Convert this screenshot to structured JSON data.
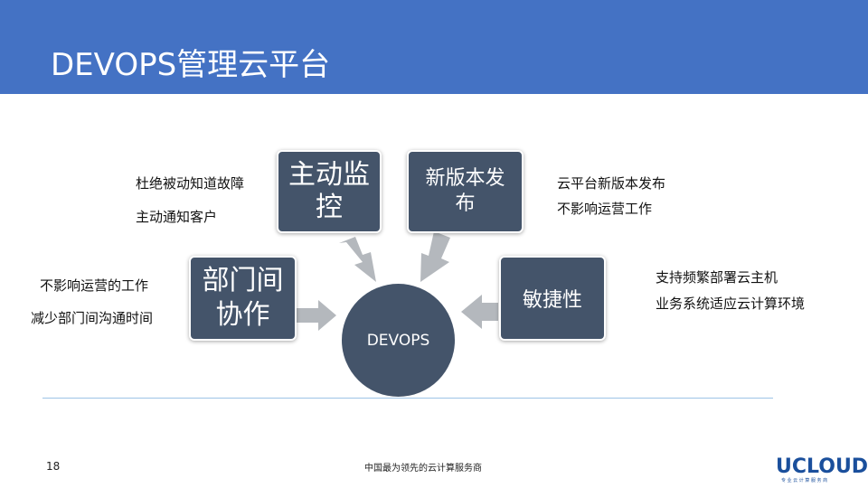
{
  "header": {
    "title": "DEVOPS管理云平台"
  },
  "center": {
    "label": "DEVOPS"
  },
  "boxes": {
    "monitor": "主动监控",
    "release": "新版本发布",
    "collab": "部门间协作",
    "agile": "敏捷性"
  },
  "notes": {
    "monitor": [
      "杜绝被动知道故障",
      "主动通知客户"
    ],
    "release": [
      "云平台新版本发布",
      "不影响运营工作"
    ],
    "collab": [
      "不影响运营的工作",
      "减少部门间沟通时间"
    ],
    "agile": [
      "支持频繁部署云主机",
      "业务系统适应云计算环境"
    ]
  },
  "footer": {
    "page_number": "18",
    "tagline": "中国最为领先的云计算服务商",
    "logo_text": "UCLOUD",
    "logo_sub": "专 业 云 计 算 服 务 商"
  },
  "colors": {
    "header_bg": "#4472c4",
    "box_bg": "#44546a",
    "arrow": "#b4b8bd",
    "divider": "#9dc3e6",
    "logo": "#1a4f9c"
  }
}
